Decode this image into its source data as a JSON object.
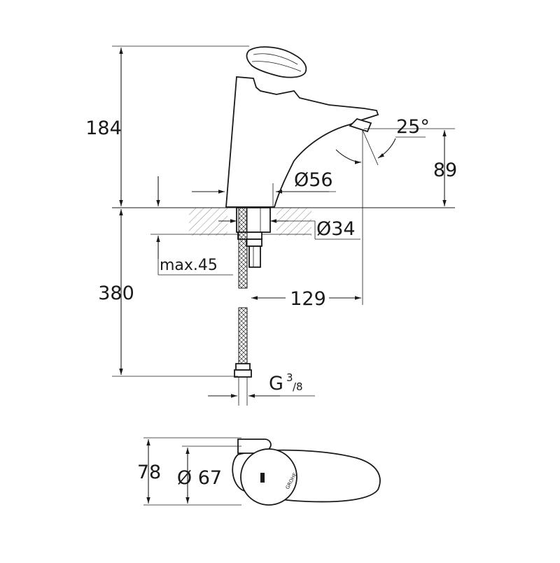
{
  "dimensions": {
    "height_total": "184",
    "spout_height": "89",
    "spout_angle": "25°",
    "base_diameter": "Ø56",
    "shank_diameter": "Ø34",
    "max_deck_thickness": "max.45",
    "hose_length": "380",
    "projection": "129",
    "connection_thread": "G",
    "thread_sup": "3",
    "thread_sub": "/8",
    "top_depth": "78",
    "top_diameter": "Ø 67"
  },
  "logo_text": "GROHE"
}
